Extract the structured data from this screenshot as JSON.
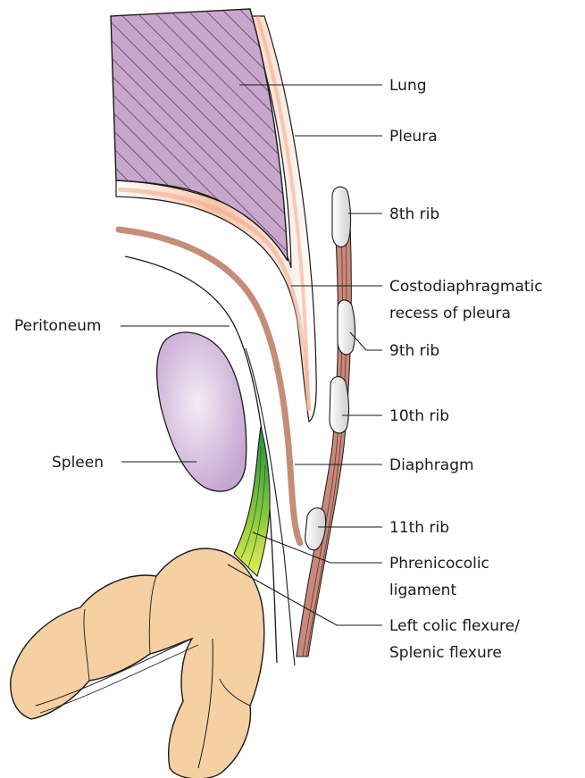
{
  "labels": {
    "lung": "Lung",
    "pleura": "Pleura",
    "rib8": "8th rib",
    "costo_line1": "Costodiaphragmatic",
    "costo_line2": "recess of pleura",
    "peritoneum": "Peritoneum",
    "rib9": "9th rib",
    "rib10": "10th rib",
    "spleen": "Spleen",
    "diaphragm": "Diaphragm",
    "rib11": "11th rib",
    "phrenico_line1": "Phrenicocolic",
    "phrenico_line2": "ligament",
    "flexure_line1": "Left colic flexure/",
    "flexure_line2": "Splenic flexure"
  },
  "colors": {
    "lung_fill": "#c9a6cc",
    "lung_hatch": "#3a2d40",
    "pleura": "#f6b89a",
    "diaphragm": "#c98e78",
    "spleen": "#d7bfe0",
    "ligament_top": "#2f9a3a",
    "ligament_bottom": "#d6e84a",
    "colon": "#f3cfa0",
    "rib_fill": "#eeeeee",
    "intercostal": "#c9897a"
  }
}
